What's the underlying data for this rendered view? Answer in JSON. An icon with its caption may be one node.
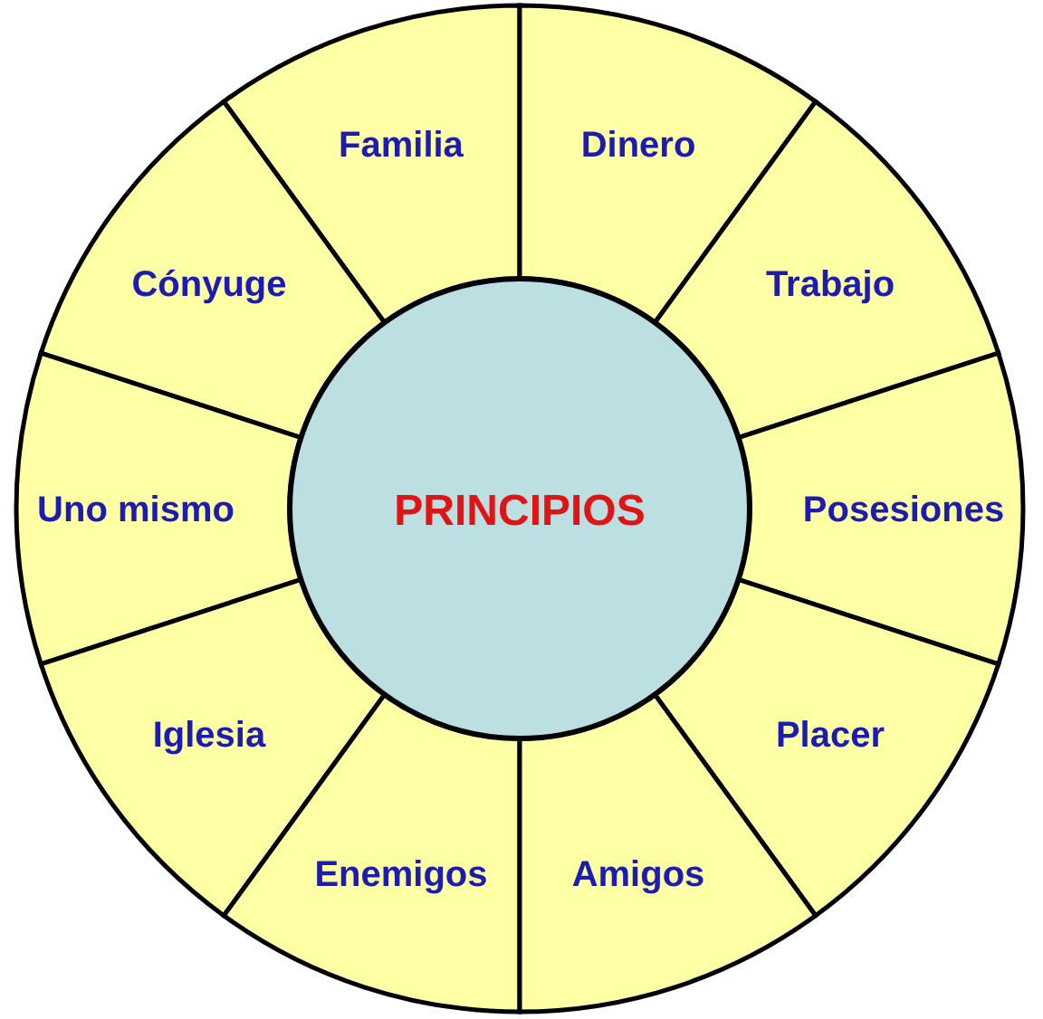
{
  "diagram": {
    "nodes": [
      {
        "text": [
          "Familia"
        ]
      },
      {
        "text": [
          "Dinero"
        ]
      },
      {
        "text": [
          "Cónyuge"
        ]
      },
      {
        "text": [
          "Trabajo"
        ]
      },
      {
        "text": [
          "Uno mismo"
        ]
      },
      {
        "text": [
          "PRINCIPIOS"
        ]
      },
      {
        "text": [
          "Posesiones"
        ]
      },
      {
        "text": [
          "Iglesia"
        ]
      },
      {
        "text": [
          "Placer"
        ]
      },
      {
        "text": [
          "Enemigos"
        ]
      },
      {
        "text": [
          "Amigos"
        ]
      }
    ]
  }
}
